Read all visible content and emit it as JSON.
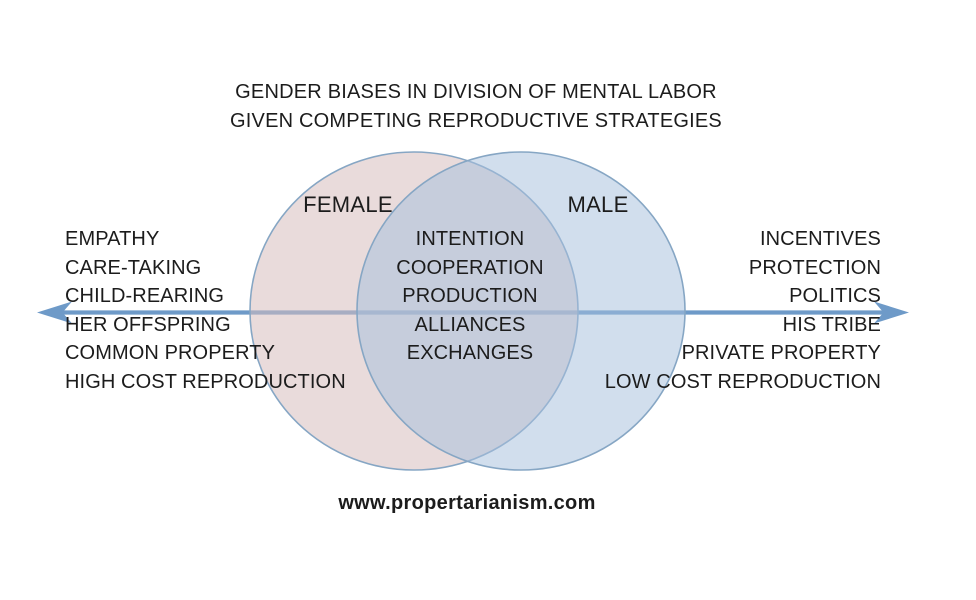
{
  "title": {
    "line1": "GENDER BIASES IN DIVISION OF MENTAL LABOR",
    "line2": "GIVEN COMPETING REPRODUCTIVE STRATEGIES"
  },
  "diagram": {
    "type": "venn",
    "female": {
      "label": "FEMALE",
      "items": [
        "EMPATHY",
        "CARE-TAKING",
        "CHILD-REARING",
        "HER OFFSPRING",
        "COMMON PROPERTY",
        "HIGH COST REPRODUCTION"
      ]
    },
    "male": {
      "label": "MALE",
      "items": [
        "INCENTIVES",
        "PROTECTION",
        "POLITICS",
        "HIS TRIBE",
        "PRIVATE PROPERTY",
        "LOW COST REPRODUCTION"
      ]
    },
    "intersection": {
      "items": [
        "INTENTION",
        "COOPERATION",
        "PRODUCTION",
        "ALLIANCES",
        "EXCHANGES"
      ]
    },
    "colors": {
      "female_fill": "rgba(215,189,189,0.55)",
      "male_fill": "rgba(167,192,221,0.52)",
      "circle_stroke": "#86a6c4",
      "arrow": "#6e9ac8",
      "text": "#1c1c1c"
    }
  },
  "footer": {
    "url": "www.propertarianism.com"
  }
}
